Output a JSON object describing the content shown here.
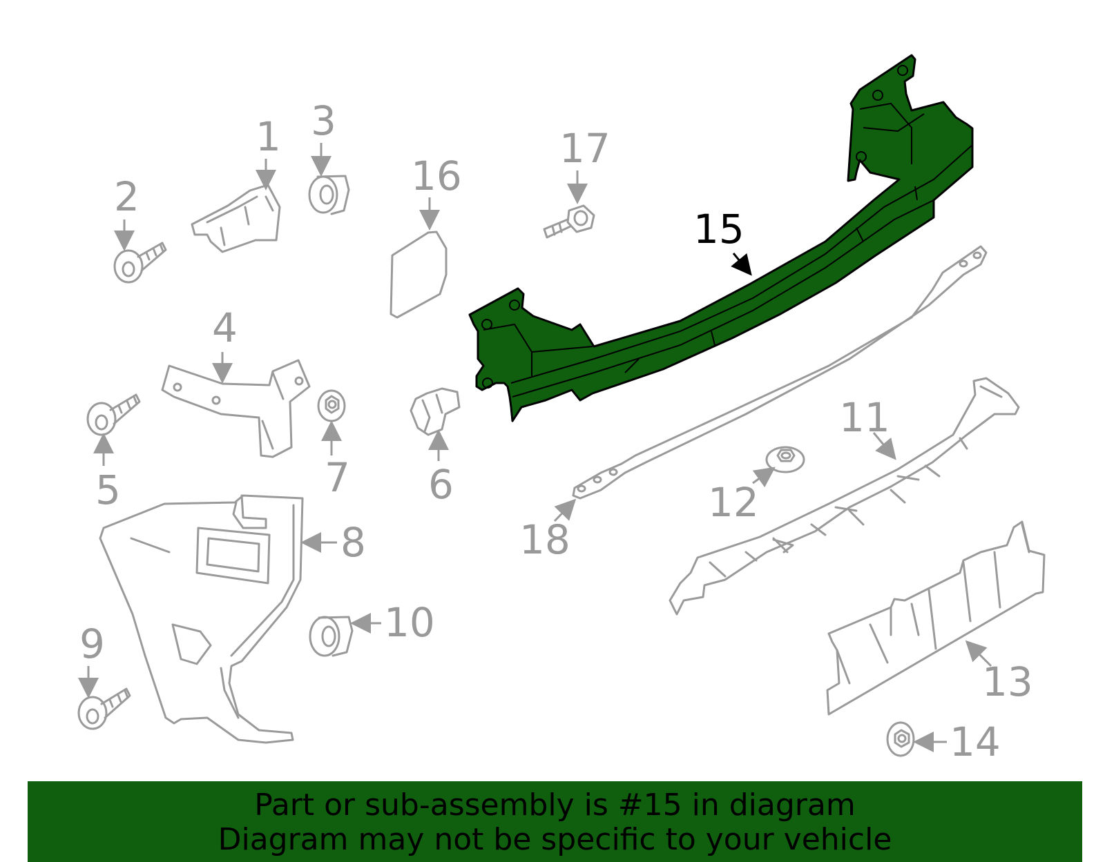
{
  "diagram": {
    "highlighted_part": "15",
    "callouts": [
      "1",
      "2",
      "3",
      "4",
      "5",
      "6",
      "7",
      "8",
      "9",
      "10",
      "11",
      "12",
      "13",
      "14",
      "15",
      "16",
      "17",
      "18"
    ],
    "colors": {
      "highlight": "#0f5f0f",
      "part_outline": "#9a9a9a",
      "label": "#999999"
    }
  },
  "footer": {
    "line1": "Part or sub-assembly is #15 in diagram",
    "line2": "Diagram may not be specific to your vehicle"
  }
}
